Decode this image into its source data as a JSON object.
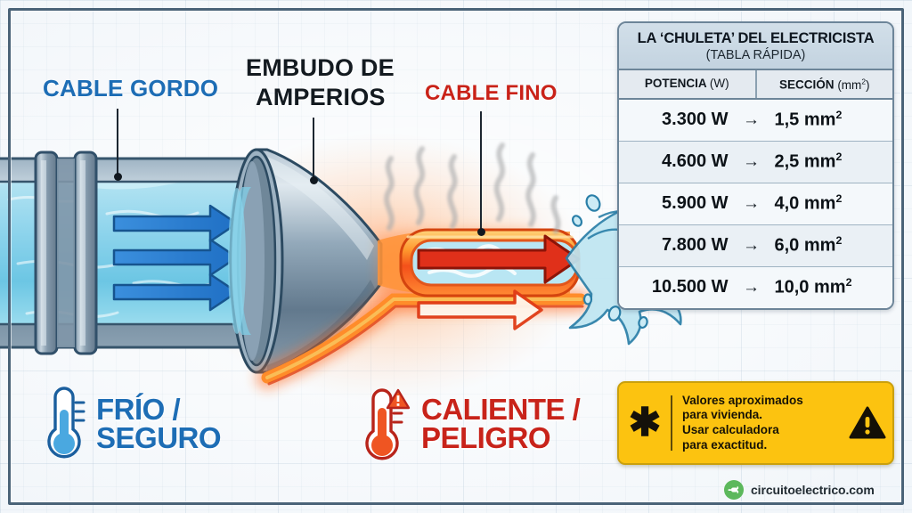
{
  "meta": {
    "headline_colors": {
      "blue": "#1d6db5",
      "dark": "#131a20",
      "red": "#c92218",
      "yellow": "#fcc310",
      "green": "#5cb85c"
    }
  },
  "annotations": {
    "thick_cable": "CABLE GORDO",
    "funnel_line1": "EMBUDO DE",
    "funnel_line2": "AMPERIOS",
    "thin_cable": "CABLE FINO"
  },
  "status": {
    "cold": {
      "line1": "FRÍO /",
      "line2": "SEGURO",
      "icon": "thermometer-cold-icon"
    },
    "hot": {
      "line1": "CALIENTE /",
      "line2": "PELIGRO",
      "icon": "thermometer-hot-icon"
    }
  },
  "table": {
    "title": "LA ‘CHULETA’ DEL ELECTRICISTA",
    "subtitle": "(TABLA RÁPIDA)",
    "columns": [
      {
        "label": "POTENCIA",
        "unit": "(W)"
      },
      {
        "label": "SECCIÓN",
        "unit": "(mm²)"
      }
    ],
    "arrow": "→",
    "rows": [
      {
        "power": "3.300 W",
        "section": "1,5 mm²"
      },
      {
        "power": "4.600 W",
        "section": "2,5 mm²"
      },
      {
        "power": "5.900 W",
        "section": "4,0 mm²"
      },
      {
        "power": "7.800 W",
        "section": "6,0 mm²"
      },
      {
        "power": "10.500 W",
        "section": "10,0 mm²"
      }
    ]
  },
  "note": {
    "asterisk": "✱",
    "line1": "Valores aproximados",
    "line2": "para vivienda.",
    "line3": "Usar calculadora",
    "line4": "para exactitud.",
    "warning_icon": "warning-triangle-icon"
  },
  "brand": {
    "name": "circuitoelectrico.com",
    "icon": "plug-logo-icon"
  }
}
